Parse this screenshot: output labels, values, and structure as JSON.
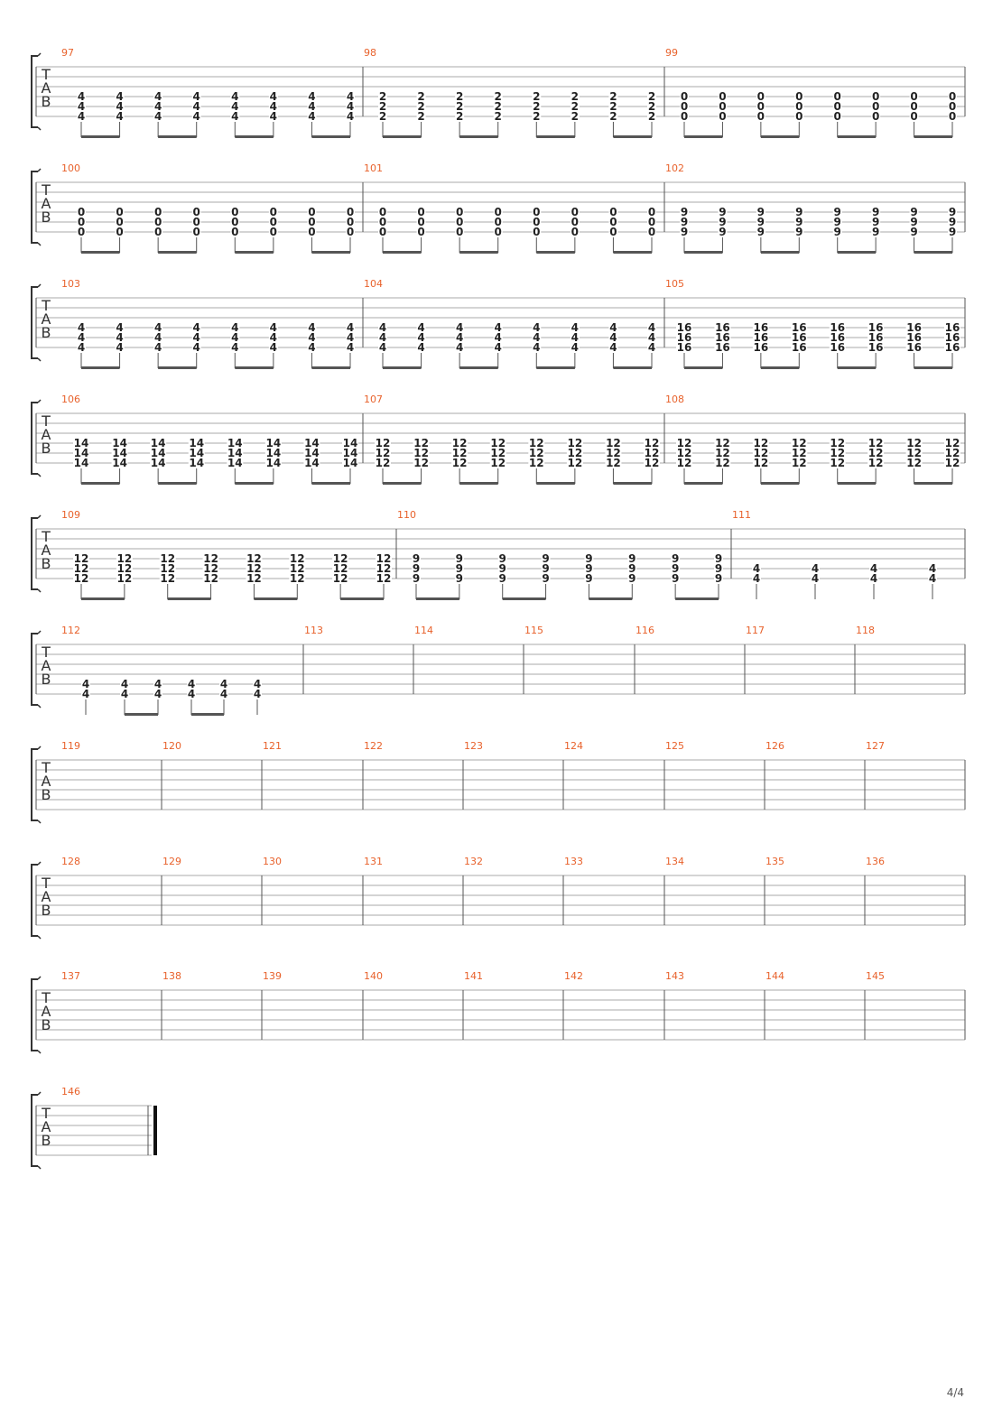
{
  "tab_clef": [
    "T",
    "A",
    "B"
  ],
  "page_number": "4/4",
  "systems": [
    {
      "measures": [
        {
          "number": "97",
          "type": "chord8",
          "frets": [
            "4",
            "4",
            "4"
          ],
          "strings": [
            3,
            4,
            5
          ]
        },
        {
          "number": "98",
          "type": "chord8",
          "frets": [
            "2",
            "2",
            "2"
          ],
          "strings": [
            3,
            4,
            5
          ]
        },
        {
          "number": "99",
          "type": "chord8",
          "frets": [
            "0",
            "0",
            "0"
          ],
          "strings": [
            3,
            4,
            5
          ]
        }
      ]
    },
    {
      "measures": [
        {
          "number": "100",
          "type": "chord8",
          "frets": [
            "0",
            "0",
            "0"
          ],
          "strings": [
            3,
            4,
            5
          ]
        },
        {
          "number": "101",
          "type": "chord8",
          "frets": [
            "0",
            "0",
            "0"
          ],
          "strings": [
            3,
            4,
            5
          ]
        },
        {
          "number": "102",
          "type": "chord8",
          "frets": [
            "9",
            "9",
            "9"
          ],
          "strings": [
            3,
            4,
            5
          ]
        }
      ]
    },
    {
      "measures": [
        {
          "number": "103",
          "type": "chord8",
          "frets": [
            "4",
            "4",
            "4"
          ],
          "strings": [
            3,
            4,
            5
          ]
        },
        {
          "number": "104",
          "type": "chord8",
          "frets": [
            "4",
            "4",
            "4"
          ],
          "strings": [
            3,
            4,
            5
          ]
        },
        {
          "number": "105",
          "type": "chord8",
          "frets": [
            "16",
            "16",
            "16"
          ],
          "strings": [
            3,
            4,
            5
          ]
        }
      ]
    },
    {
      "measures": [
        {
          "number": "106",
          "type": "chord8",
          "frets": [
            "14",
            "14",
            "14"
          ],
          "strings": [
            3,
            4,
            5
          ]
        },
        {
          "number": "107",
          "type": "chord8",
          "frets": [
            "12",
            "12",
            "12"
          ],
          "strings": [
            3,
            4,
            5
          ]
        },
        {
          "number": "108",
          "type": "chord8",
          "frets": [
            "12",
            "12",
            "12"
          ],
          "strings": [
            3,
            4,
            5
          ]
        }
      ]
    },
    {
      "measures": [
        {
          "number": "109",
          "type": "chord8",
          "frets": [
            "12",
            "12",
            "12"
          ],
          "strings": [
            3,
            4,
            5
          ]
        },
        {
          "number": "110",
          "type": "chord8",
          "frets": [
            "9",
            "9",
            "9"
          ],
          "strings": [
            3,
            4,
            5
          ]
        },
        {
          "number": "111",
          "type": "quarters",
          "frets": [
            "4",
            "4"
          ],
          "strings": [
            4,
            5
          ]
        }
      ]
    },
    {
      "measures": [
        {
          "number": "112",
          "type": "mixed6",
          "frets": [
            "4",
            "4"
          ],
          "strings": [
            4,
            5
          ]
        },
        {
          "number": "113",
          "type": "empty"
        },
        {
          "number": "114",
          "type": "empty"
        },
        {
          "number": "115",
          "type": "empty"
        },
        {
          "number": "116",
          "type": "empty"
        },
        {
          "number": "117",
          "type": "empty"
        },
        {
          "number": "118",
          "type": "empty"
        }
      ]
    },
    {
      "measures": [
        {
          "number": "119",
          "type": "empty"
        },
        {
          "number": "120",
          "type": "empty"
        },
        {
          "number": "121",
          "type": "empty"
        },
        {
          "number": "122",
          "type": "empty"
        },
        {
          "number": "123",
          "type": "empty"
        },
        {
          "number": "124",
          "type": "empty"
        },
        {
          "number": "125",
          "type": "empty"
        },
        {
          "number": "126",
          "type": "empty"
        },
        {
          "number": "127",
          "type": "empty"
        }
      ]
    },
    {
      "measures": [
        {
          "number": "128",
          "type": "empty"
        },
        {
          "number": "129",
          "type": "empty"
        },
        {
          "number": "130",
          "type": "empty"
        },
        {
          "number": "131",
          "type": "empty"
        },
        {
          "number": "132",
          "type": "empty"
        },
        {
          "number": "133",
          "type": "empty"
        },
        {
          "number": "134",
          "type": "empty"
        },
        {
          "number": "135",
          "type": "empty"
        },
        {
          "number": "136",
          "type": "empty"
        }
      ]
    },
    {
      "measures": [
        {
          "number": "137",
          "type": "empty"
        },
        {
          "number": "138",
          "type": "empty"
        },
        {
          "number": "139",
          "type": "empty"
        },
        {
          "number": "140",
          "type": "empty"
        },
        {
          "number": "141",
          "type": "empty"
        },
        {
          "number": "142",
          "type": "empty"
        },
        {
          "number": "143",
          "type": "empty"
        },
        {
          "number": "144",
          "type": "empty"
        },
        {
          "number": "145",
          "type": "empty"
        }
      ]
    },
    {
      "final": true,
      "measures": [
        {
          "number": "146",
          "type": "empty"
        }
      ]
    }
  ]
}
